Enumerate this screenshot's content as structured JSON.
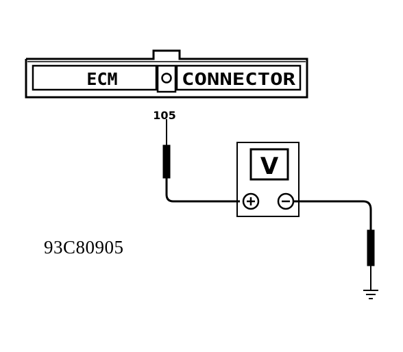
{
  "connector": {
    "left_label": "ECM",
    "right_label": "CONNECTOR",
    "pin_number": "105"
  },
  "meter": {
    "display": "V",
    "positive_symbol": "+",
    "negative_symbol": "−"
  },
  "figure_id": "93C80905",
  "colors": {
    "ink": "#000000",
    "paper": "#ffffff"
  }
}
